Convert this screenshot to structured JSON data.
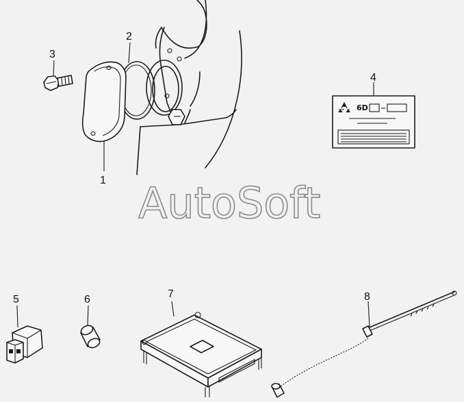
{
  "watermark": "AutoSoft",
  "label_plate_text": "6D",
  "callouts": [
    {
      "id": "1",
      "label": "1"
    },
    {
      "id": "2",
      "label": "2"
    },
    {
      "id": "3",
      "label": "3"
    },
    {
      "id": "4",
      "label": "4"
    },
    {
      "id": "5",
      "label": "5"
    },
    {
      "id": "6",
      "label": "6"
    },
    {
      "id": "7",
      "label": "7"
    },
    {
      "id": "8",
      "label": "8"
    }
  ]
}
